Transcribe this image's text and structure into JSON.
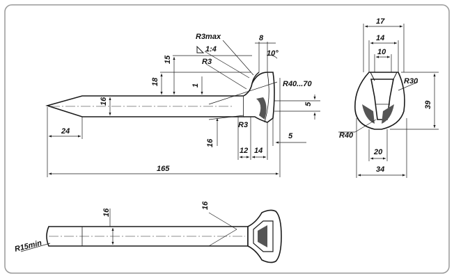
{
  "colors": {
    "outline": "#1a1a1a",
    "shade": "#555555",
    "background": "#ffffff"
  },
  "dims": {
    "r3max": "R3max",
    "slope": "1:4",
    "r3_top": "R3",
    "d8": "8",
    "d10deg": "10°",
    "d15": "15",
    "d18": "18",
    "d1": "1",
    "r40_70": "R40...70",
    "d16_shank": "16",
    "d5_right": "5",
    "r3_bottom": "R3",
    "d5_bottom": "5",
    "d24": "24",
    "d16_lower": "16",
    "d12": "12",
    "d14": "14",
    "d165": "165",
    "end_17": "17",
    "end_14": "14",
    "end_10": "10",
    "end_r30": "R30",
    "end_39": "39",
    "end_r40": "R40",
    "end_20": "20",
    "end_34": "34",
    "plan_16_left": "16",
    "plan_16_right": "16",
    "r15min": "R15min"
  }
}
